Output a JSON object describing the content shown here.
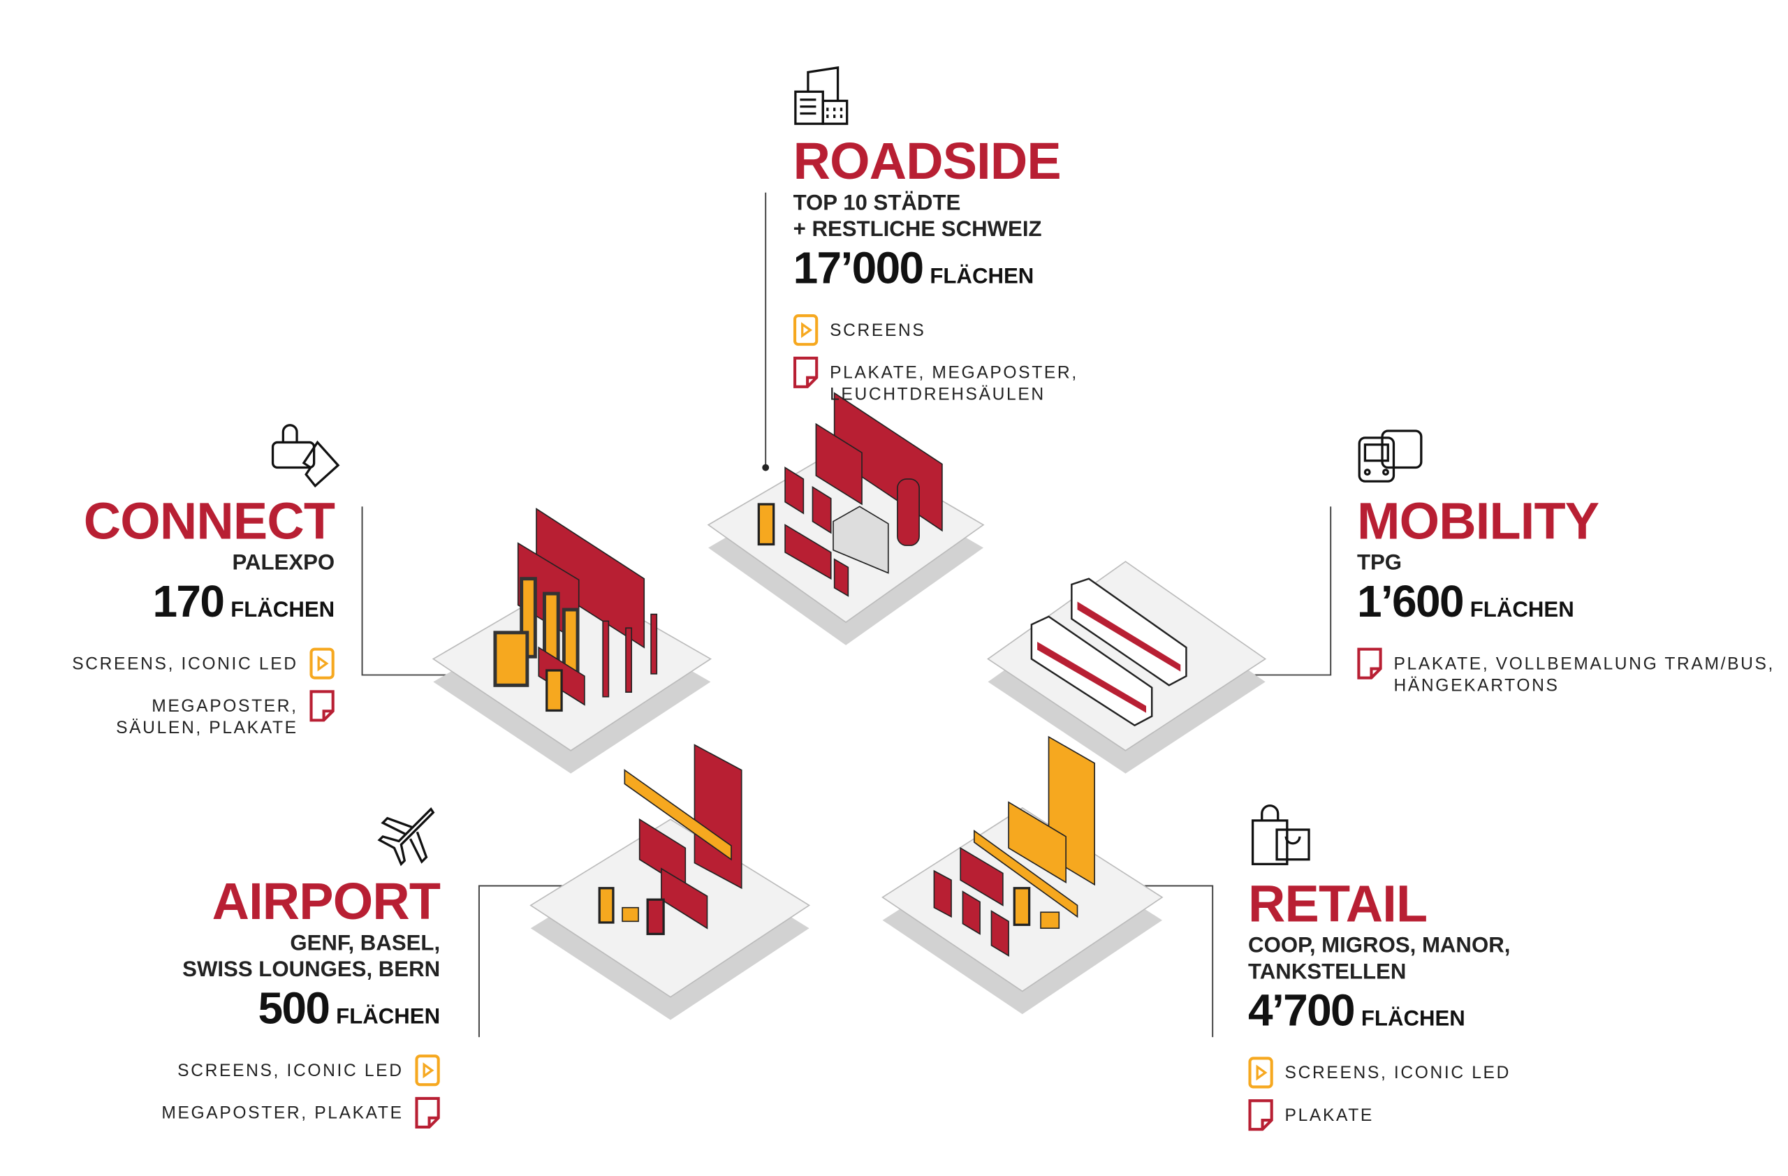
{
  "colors": {
    "red": "#b81f33",
    "orange": "#f6a81f",
    "dark": "#222222",
    "platform": "#f2f2f2",
    "shadow": "#d2d2d2"
  },
  "sections": {
    "roadside": {
      "icon": "buildings-icon",
      "title": "ROADSIDE",
      "subtitle": [
        "TOP 10 STÄDTE",
        "+ RESTLICHE SCHWEIZ"
      ],
      "count": "17’000",
      "unit": "FLÄCHEN",
      "items": [
        {
          "icon": "screen-play-icon",
          "label": [
            "SCREENS"
          ]
        },
        {
          "icon": "poster-icon",
          "label": [
            "PLAKATE, MEGAPOSTER,",
            "LEUCHTDREHSÄULEN"
          ]
        }
      ]
    },
    "connect": {
      "icon": "bag-ticket-icon",
      "title": "CONNECT",
      "subtitle": [
        "PALEXPO"
      ],
      "count": "170",
      "unit": "FLÄCHEN",
      "items": [
        {
          "icon": "screen-play-icon",
          "label": [
            "SCREENS, ICONIC LED"
          ]
        },
        {
          "icon": "poster-icon",
          "label": [
            "MEGAPOSTER,",
            "SÄULEN, PLAKATE"
          ]
        }
      ]
    },
    "mobility": {
      "icon": "bus-tram-icon",
      "title": "MOBILITY",
      "subtitle": [
        "TPG"
      ],
      "count": "1’600",
      "unit": "FLÄCHEN",
      "items": [
        {
          "icon": "poster-icon",
          "label": [
            "PLAKATE, VOLLBEMALUNG TRAM/BUS,",
            "HÄNGEKARTONS"
          ]
        }
      ]
    },
    "airport": {
      "icon": "airplane-icon",
      "title": "AIRPORT",
      "subtitle": [
        "GENF, BASEL,",
        "SWISS LOUNGES, BERN"
      ],
      "count": "500",
      "unit": "FLÄCHEN",
      "items": [
        {
          "icon": "screen-play-icon",
          "label": [
            "SCREENS, ICONIC LED"
          ]
        },
        {
          "icon": "poster-icon",
          "label": [
            "MEGAPOSTER, PLAKATE"
          ]
        }
      ]
    },
    "retail": {
      "icon": "shopping-bag-icon",
      "title": "RETAIL",
      "subtitle": [
        "COOP, MIGROS, MANOR,",
        "TANKSTELLEN"
      ],
      "count": "4’700",
      "unit": "FLÄCHEN",
      "items": [
        {
          "icon": "screen-play-icon",
          "label": [
            "SCREENS, ICONIC LED"
          ]
        },
        {
          "icon": "poster-icon",
          "label": [
            "PLAKATE"
          ]
        }
      ]
    }
  }
}
